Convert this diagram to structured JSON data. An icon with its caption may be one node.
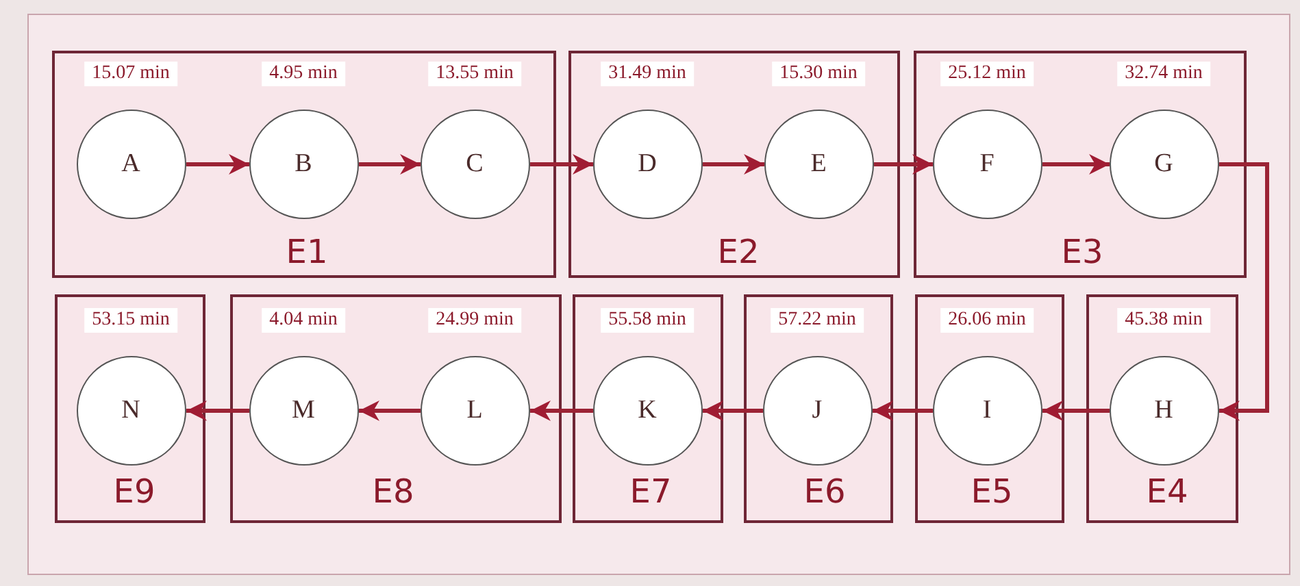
{
  "diagram": {
    "nodes": [
      {
        "text": [
          "E1"
        ]
      },
      {
        "text": [
          "A"
        ],
        "in": 0,
        "beside": [
          "15.07 min"
        ]
      },
      {
        "text": [
          "B"
        ],
        "in": 0,
        "beside": [
          "4.95 min"
        ]
      },
      {
        "text": [
          "C"
        ],
        "in": 0,
        "beside": [
          "13.55 min"
        ]
      },
      {
        "text": [
          "E2"
        ]
      },
      {
        "text": [
          "D"
        ],
        "in": 4,
        "beside": [
          "31.49 min"
        ]
      },
      {
        "text": [
          "E"
        ],
        "in": 4,
        "beside": [
          "15.30 min"
        ]
      },
      {
        "text": [
          "E3"
        ]
      },
      {
        "text": [
          "F"
        ],
        "in": 7,
        "beside": [
          "25.12 min"
        ]
      },
      {
        "text": [
          "G"
        ],
        "in": 7,
        "beside": [
          "32.74 min"
        ]
      },
      {
        "text": [
          "E9"
        ]
      },
      {
        "text": [
          "N"
        ],
        "in": 10,
        "beside": [
          "53.15 min"
        ]
      },
      {
        "text": [
          "E8"
        ]
      },
      {
        "text": [
          "M"
        ],
        "in": 12,
        "beside": [
          "4.04 min"
        ]
      },
      {
        "text": [
          "L"
        ],
        "in": 12,
        "beside": [
          "24.99 min"
        ]
      },
      {
        "text": [
          "E7"
        ]
      },
      {
        "text": [
          "K"
        ],
        "in": 15,
        "beside": [
          "55.58 min"
        ]
      },
      {
        "text": [
          "E6"
        ]
      },
      {
        "text": [
          "J"
        ],
        "in": 17,
        "beside": [
          "57.22 min"
        ]
      },
      {
        "text": [
          "E5"
        ]
      },
      {
        "text": [
          "I"
        ],
        "in": 19,
        "beside": [
          "26.06 min"
        ]
      },
      {
        "text": [
          "E4"
        ]
      },
      {
        "text": [
          "H"
        ],
        "in": 21,
        "beside": [
          "45.38 min"
        ]
      }
    ],
    "edges": [
      {
        "from": 1,
        "to": 2,
        "arrow": "to"
      },
      {
        "from": 2,
        "to": 3,
        "arrow": "to"
      },
      {
        "from": 3,
        "to": 5,
        "arrow": "to"
      },
      {
        "from": 5,
        "to": 6,
        "arrow": "to"
      },
      {
        "from": 6,
        "to": 8,
        "arrow": "to"
      },
      {
        "from": 8,
        "to": 9,
        "arrow": "to"
      },
      {
        "from": 9,
        "to": 22,
        "arrow": "to"
      },
      {
        "from": 22,
        "to": 20,
        "arrow": "to"
      },
      {
        "from": 20,
        "to": 18,
        "arrow": "to"
      },
      {
        "from": 18,
        "to": 16,
        "arrow": "to"
      },
      {
        "from": 16,
        "to": 14,
        "arrow": "to"
      },
      {
        "from": 14,
        "to": 13,
        "arrow": "to"
      },
      {
        "from": 13,
        "to": 11,
        "arrow": "to"
      }
    ]
  }
}
